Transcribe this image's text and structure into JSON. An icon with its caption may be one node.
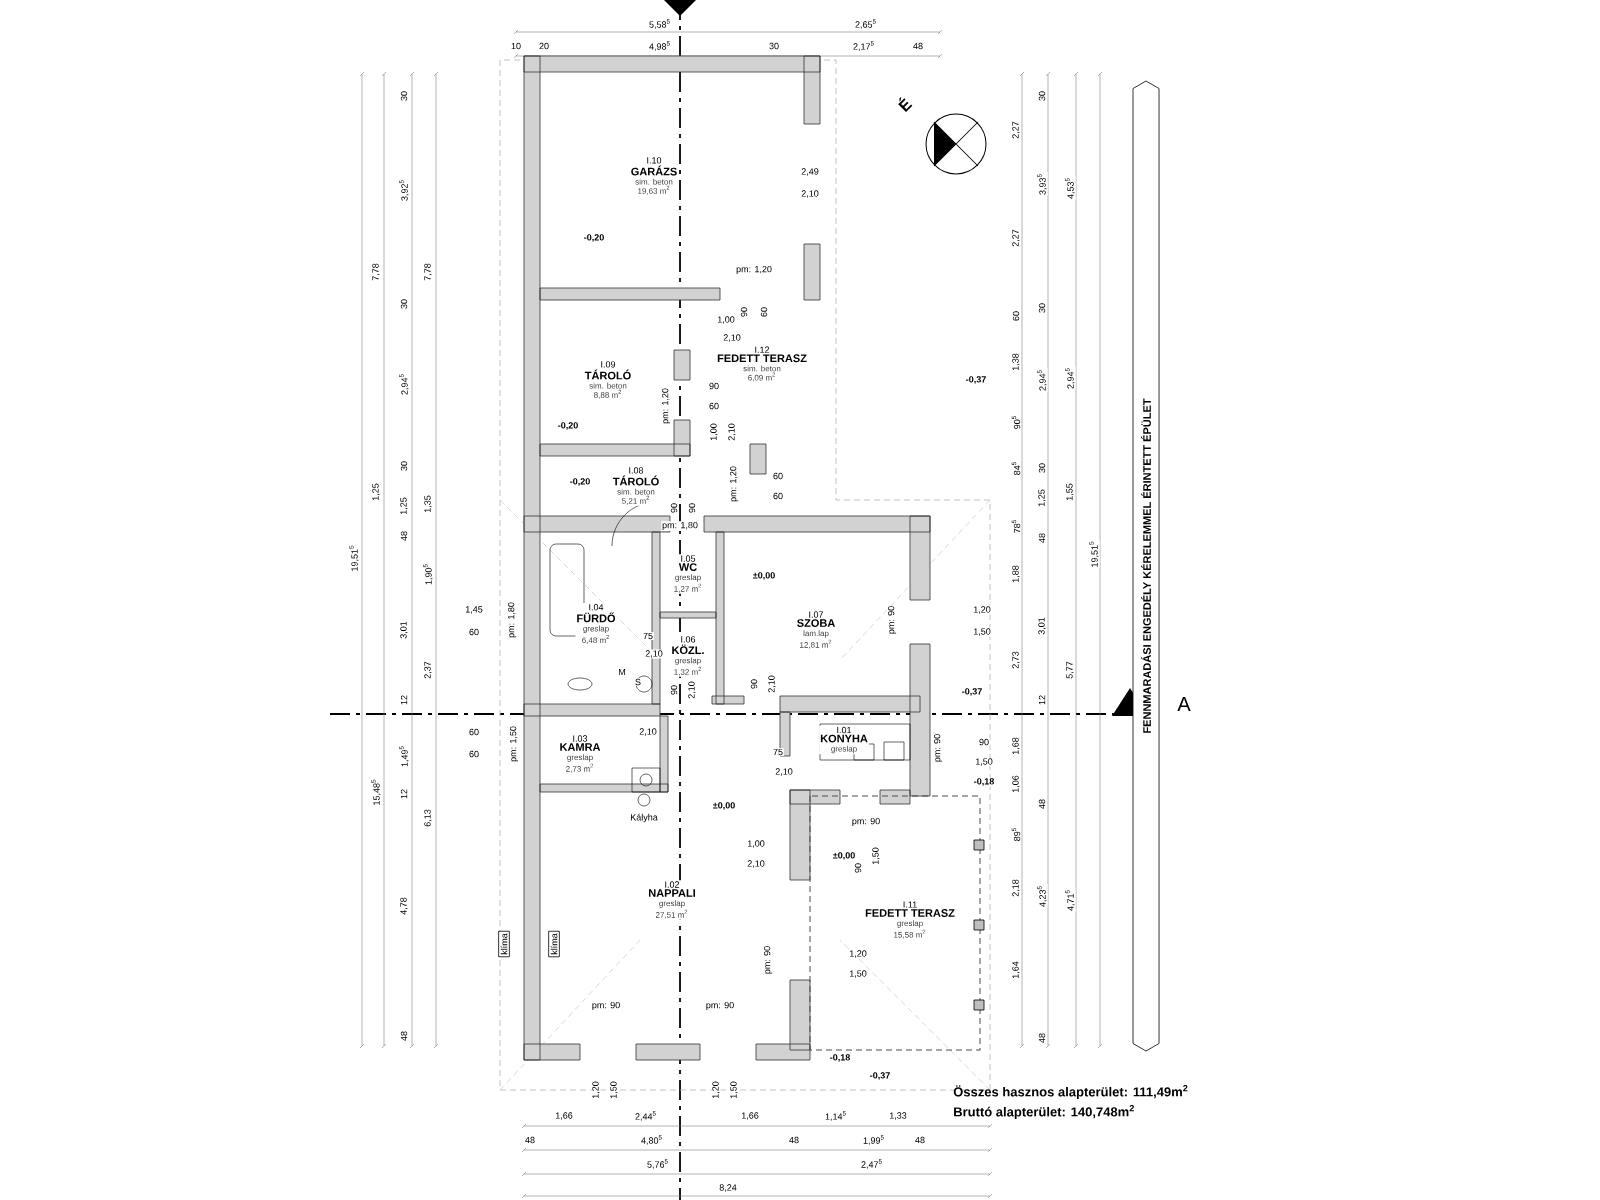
{
  "diagram": {
    "nodes": [
      {
        "text": [
          "I.10",
          "GARÁZS",
          "sim. beton",
          "19,63 m$^{2}$"
        ]
      },
      {
        "text": [
          "I.09",
          "TÁROLÓ",
          "sim. beton",
          "8,88 m$^{2}$"
        ]
      },
      {
        "text": [
          "I.12",
          "FEDETT TERASZ",
          "sim. beton",
          "6,09 m$^{2}$"
        ]
      },
      {
        "text": [
          "I.08",
          "TÁROLÓ",
          "sim. beton",
          "5,21 m$^{2}$"
        ]
      },
      {
        "text": [
          "I.04",
          "FÜRDŐ",
          "greslap",
          "6,48 m$^{2}$"
        ]
      },
      {
        "text": [
          "I.05",
          "WC",
          "greslap",
          "1,27 m$^{2}$"
        ]
      },
      {
        "text": [
          "I.06",
          "KÖZL.",
          "greslap",
          "1,32 m$^{2}$"
        ]
      },
      {
        "text": [
          "I.07",
          "SZOBA",
          "lam.lap",
          "12,81 m$^{2}$"
        ]
      },
      {
        "text": [
          "I.03",
          "KAMRA",
          "greslap",
          "2,73 m$^{2}$"
        ]
      },
      {
        "text": [
          "I.01",
          "KONYHA",
          "greslap"
        ]
      },
      {
        "text": [
          "I.02",
          "NAPPALI",
          "greslap",
          "27,51 m$^{2}$"
        ]
      },
      {
        "text": [
          "I.11",
          "FEDETT TERASZ",
          "greslap",
          "15,58 m$^{2}$"
        ]
      },
      {
        "text": [
          "FENNMARADÁSI ENGEDÉLY KÉRELEMMEL ÉRINTETT ÉPÜLET"
        ]
      }
    ],
    "labels": [
      "5,58$^{5}$",
      "2,65$^{5}$",
      "10",
      "20",
      "4,98$^{5}$",
      "30",
      "2,17$^{5}$",
      "48",
      "É",
      "19,51$^{5}$",
      "7,78",
      "1,25",
      "15,48$^{5}$",
      "30",
      "3,92$^{5}$",
      "30",
      "2,94$^{5}$",
      "30",
      "1,25",
      "48",
      "3,01",
      "12",
      "1,49$^{5}$",
      "12",
      "4,78",
      "48",
      "7,78",
      "1,35",
      "1,90$^{5}$",
      "2,37",
      "6,13",
      "2,49",
      "2,10",
      "-0,20",
      "pm: 1,20",
      "90",
      "60",
      "1,00",
      "2,10",
      "-0,37",
      "pm: 1,20",
      "90",
      "60",
      "1,00",
      "2,10",
      "-0,20",
      "-0,20",
      "pm: 1,20",
      "60",
      "60",
      "90",
      "90",
      "pm: 1,80",
      "1,45",
      "60",
      "pm: 1,80",
      "±0,00",
      "pm: 90",
      "1,20",
      "1,50",
      "75",
      "2,10",
      "M",
      "S",
      "90",
      "2,10",
      "90",
      "2,10",
      "-0,37",
      "60",
      "60",
      "pm: 1,50",
      "2,10",
      "75",
      "2,10",
      "pm: 90",
      "90",
      "1,50",
      "-0,18",
      "Kályha",
      "±0,00",
      "pm: 90",
      "1,00",
      "2,10",
      "±0,00",
      "90",
      "1,50",
      "klíma",
      "klíma",
      "pm: 90",
      "1,20",
      "1,50",
      "pm: 90",
      "pm: 90",
      "-0,18",
      "-0,37",
      "1,20",
      "1,50",
      "1,20",
      "1,50",
      "2,27",
      "2,27",
      "60",
      "1,38",
      "90$^{5}$",
      "84$^{5}$",
      "78$^{5}$",
      "1,88",
      "2,73",
      "1,68",
      "1,06",
      "89$^{5}$",
      "2,18",
      "1,64",
      "30",
      "3,93$^{5}$",
      "30",
      "2,94$^{5}$",
      "30",
      "1,25",
      "48",
      "3,01",
      "12",
      "48",
      "4,23$^{5}$",
      "48",
      "4,53$^{5}$",
      "2,94$^{5}$",
      "1,55",
      "5,77",
      "4,71$^{5}$",
      "19,51$^{5}$",
      "A",
      "1,66",
      "2,44$^{5}$",
      "1,66",
      "1,14$^{5}$",
      "1,33",
      "48",
      "4,80$^{5}$",
      "48",
      "1,99$^{5}$",
      "48",
      "5,76$^{5}$",
      "2,47$^{5}$",
      "8,24",
      "Összes hasznos alapterület: 111,49m$^{2}$",
      "Bruttó alapterület: 140,748m$^{2}$"
    ]
  }
}
